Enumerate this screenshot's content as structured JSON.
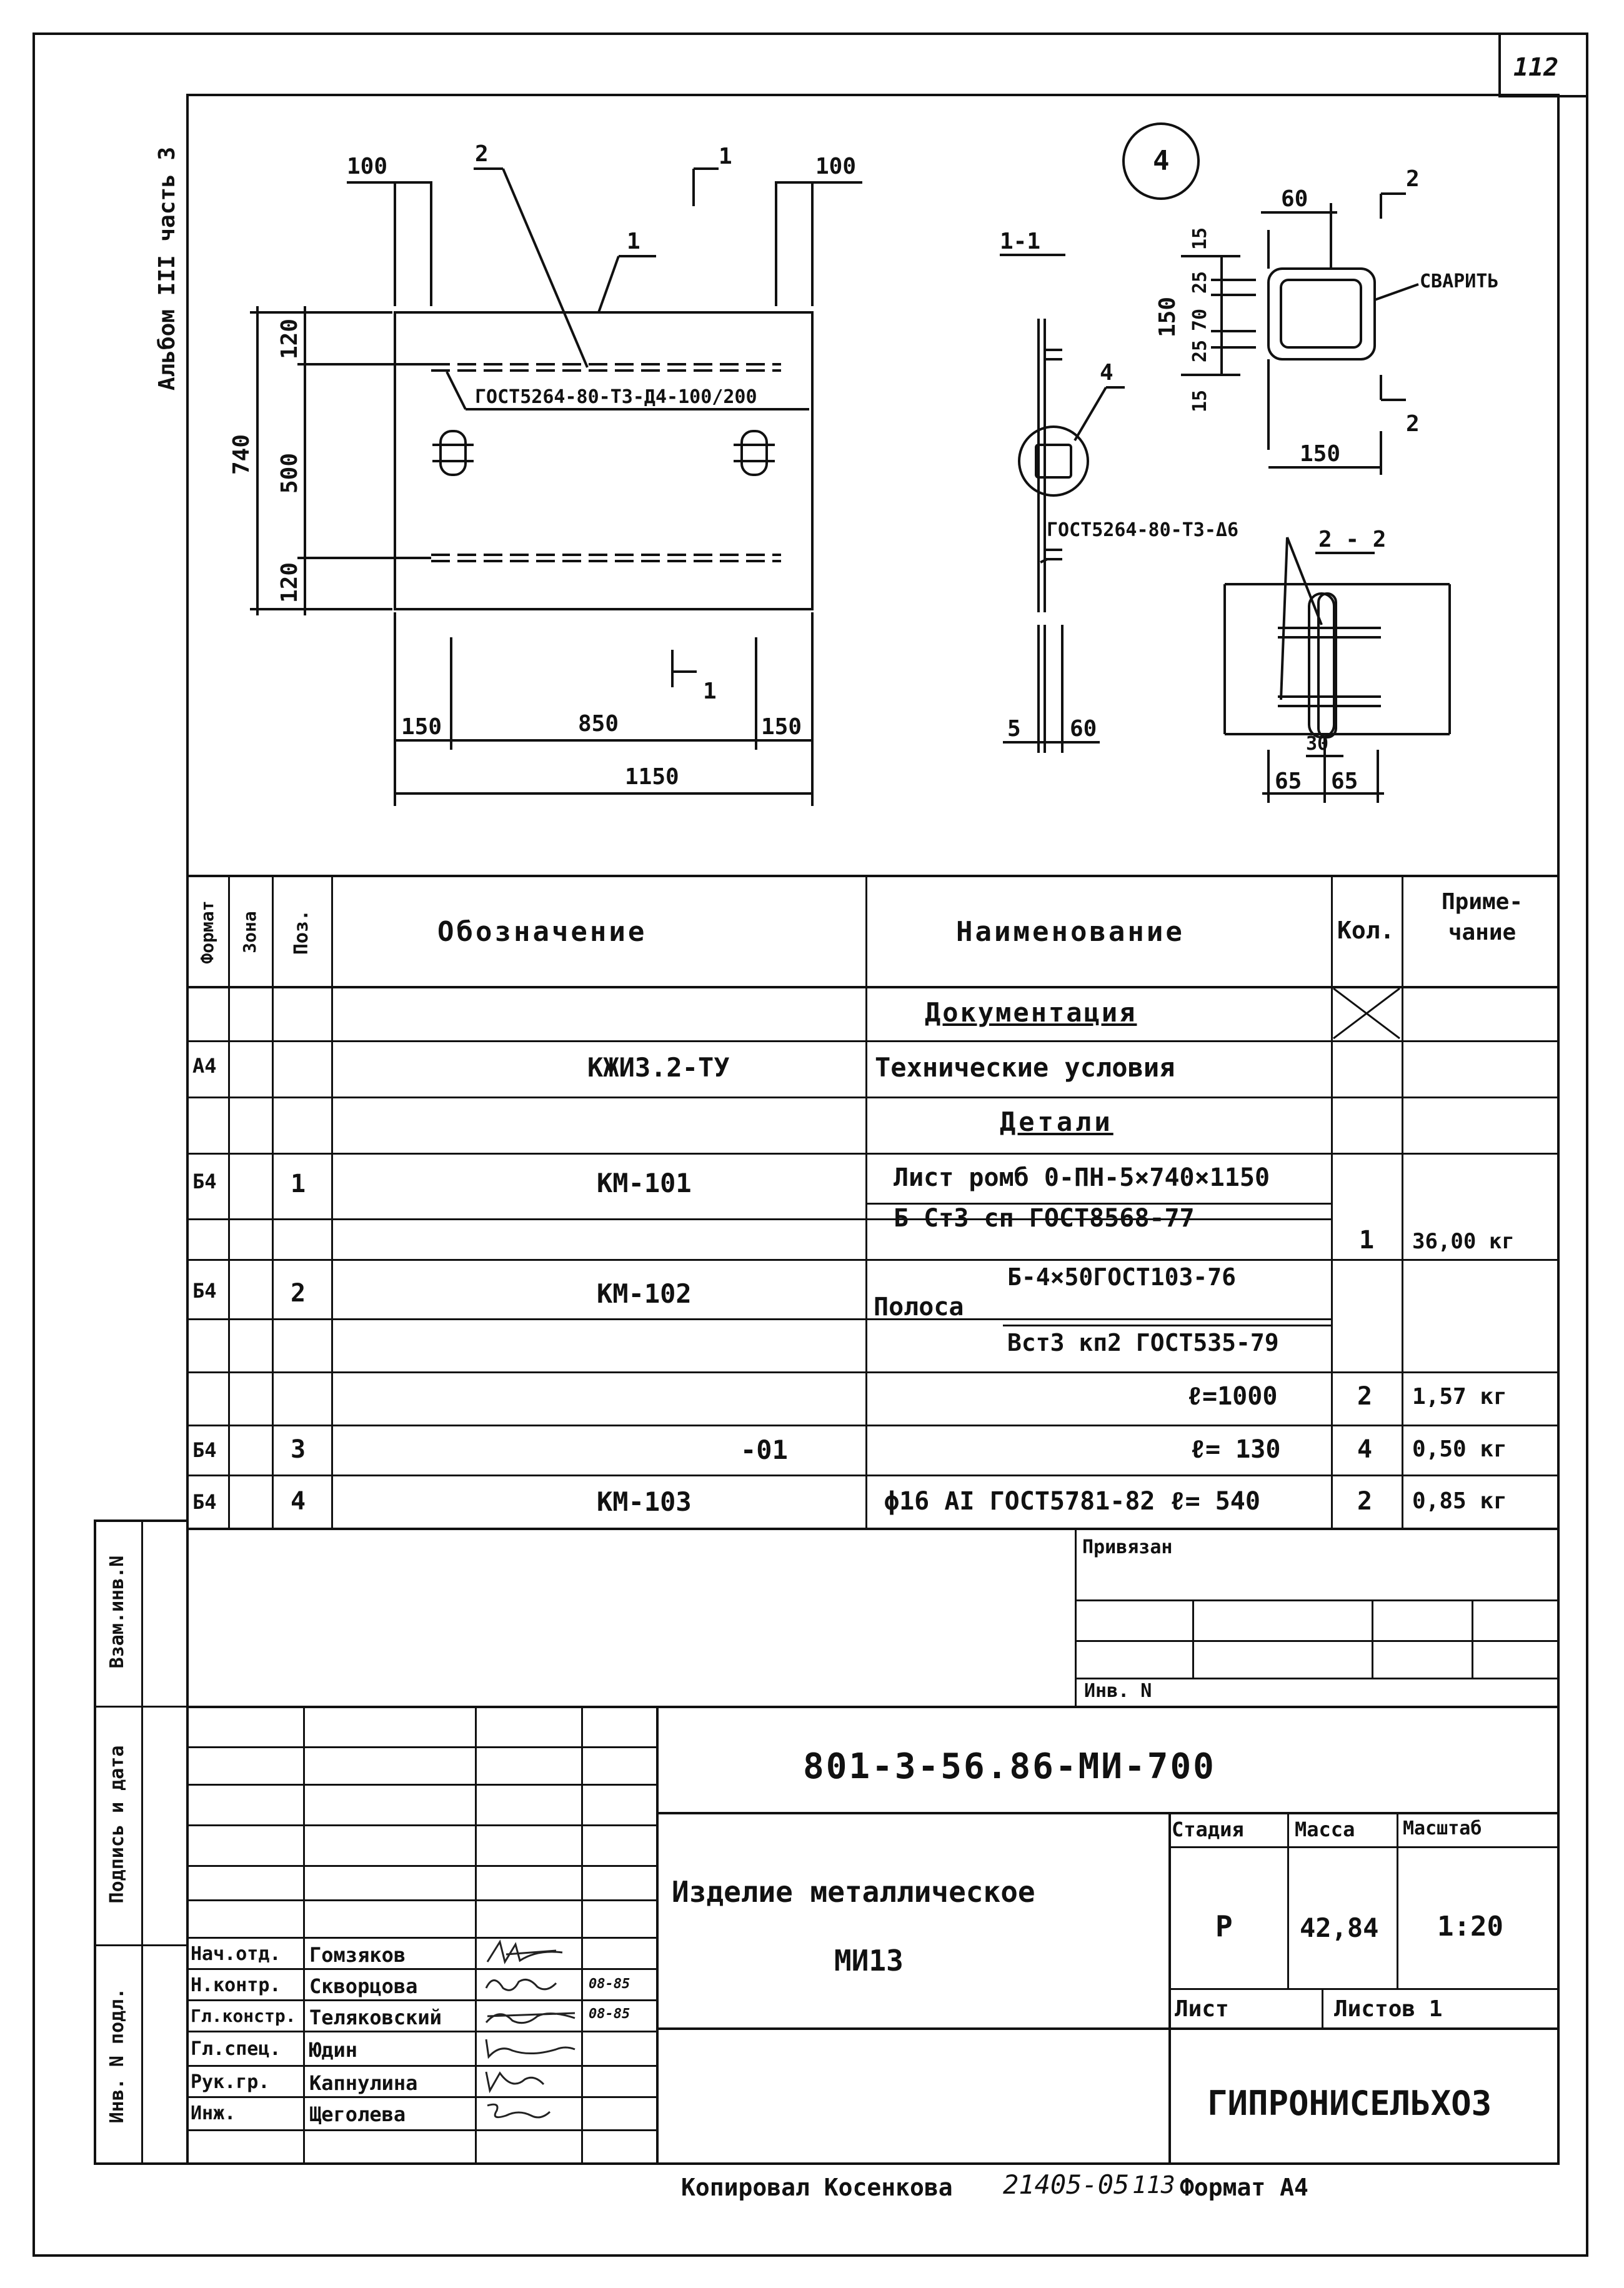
{
  "page_number": "112",
  "side_album": "Альбом III часть 3",
  "side_labels": [
    "Взам.инв.N",
    "Подпись и дата",
    "Инв. N подл."
  ],
  "drawing": {
    "detail_mark": "4",
    "leader_1": "1",
    "leader_2": "2",
    "section_1_label": "1-1",
    "section_2_label": "2 - 2",
    "section_cut_1": "1",
    "section_cut_2": "2",
    "weld_note_1": "ГОСТ5264-80-Т3-Д4-100/200",
    "weld_note_2": "ГОСТ5264-80-Т3-Δ6",
    "weld_word": "СВАРИТЬ",
    "dims_plan": {
      "d100a": "100",
      "d100b": "100",
      "d740": "740",
      "d120a": "120",
      "d500": "500",
      "d120b": "120",
      "d150a": "150",
      "d850": "850",
      "d150b": "150",
      "d1150": "1150"
    },
    "dims_section": {
      "d5": "5",
      "d60": "60"
    },
    "dims_detail": {
      "d60": "60",
      "d150v": "150",
      "d15a": "15",
      "d25a": "25",
      "d70": "70",
      "d25b": "25",
      "d15b": "15",
      "d150h": "150"
    },
    "dims_section2": {
      "d30": "30",
      "d65a": "65",
      "d65b": "65"
    }
  },
  "spec": {
    "headers": {
      "format": "Формат",
      "zone": "Зона",
      "pos": "Поз.",
      "designation": "Обозначение",
      "name": "Наименование",
      "qty": "Кол.",
      "note": "Приме- чание"
    },
    "rows": [
      {
        "format": "",
        "pos": "",
        "designation": "",
        "name": "Документация",
        "qty": "",
        "note": ""
      },
      {
        "format": "А4",
        "pos": "",
        "designation": "КЖИ3.2-ТУ",
        "name": "Технические условия",
        "qty": "",
        "note": ""
      },
      {
        "format": "",
        "pos": "",
        "designation": "",
        "name": "Детали",
        "qty": "",
        "note": ""
      },
      {
        "format": "Б4",
        "pos": "1",
        "designation": "КМ-101",
        "name": "Лист ромб 0-ПН-5×740×1150",
        "qty": "",
        "note": ""
      },
      {
        "format": "",
        "pos": "",
        "designation": "",
        "name": "Б Ст3 сп ГОСТ8568-77",
        "qty": "1",
        "note": "36,00 кг"
      },
      {
        "format": "Б4",
        "pos": "2",
        "designation": "КМ-102",
        "name": "Полоса",
        "name_top": "Б-4×50ГОСТ103-76",
        "name_bottom": "Вст3 кп2 ГОСТ535-79",
        "qty": "",
        "note": ""
      },
      {
        "format": "",
        "pos": "",
        "designation": "",
        "name": "ℓ=1000",
        "qty": "2",
        "note": "1,57 кг"
      },
      {
        "format": "Б4",
        "pos": "3",
        "designation": "-01",
        "name": "ℓ= 130",
        "qty": "4",
        "note": "0,50 кг"
      },
      {
        "format": "Б4",
        "pos": "4",
        "designation": "КМ-103",
        "name": "ϕ16 АI ГОСТ5781-82 ℓ= 540",
        "qty": "2",
        "note": "0,85 кг"
      }
    ]
  },
  "title_block": {
    "privyazan": "Привязан",
    "inv_no": "Инв. N",
    "code": "801-3-56.86-МИ-700",
    "item_name_1": "Изделие металлическое",
    "item_name_2": "МИ13",
    "stage_label": "Стадия",
    "mass_label": "Масса",
    "scale_label": "Масштаб",
    "stage": "Р",
    "mass": "42,84",
    "scale": "1:20",
    "sheet_label": "Лист",
    "sheets_label": "Листов 1",
    "org": "ГИПРОНИСЕЛЬХОЗ",
    "staff": [
      {
        "role": "Нач.отд.",
        "name": "Гомзяков",
        "date": ""
      },
      {
        "role": "Н.контр.",
        "name": "Скворцова",
        "date": "08-85"
      },
      {
        "role": "Гл.констр.",
        "name": "Теляковский",
        "date": "08-85"
      },
      {
        "role": "Гл.спец.",
        "name": "Юдин",
        "date": ""
      },
      {
        "role": "Рук.гр.",
        "name": "Капнулина",
        "date": ""
      },
      {
        "role": "Инж.",
        "name": "Щеголева",
        "date": ""
      }
    ]
  },
  "footer": {
    "copied": "Копировал Косенкова",
    "number": "21405-05",
    "page_ref": "113",
    "format": "Формат А4"
  }
}
